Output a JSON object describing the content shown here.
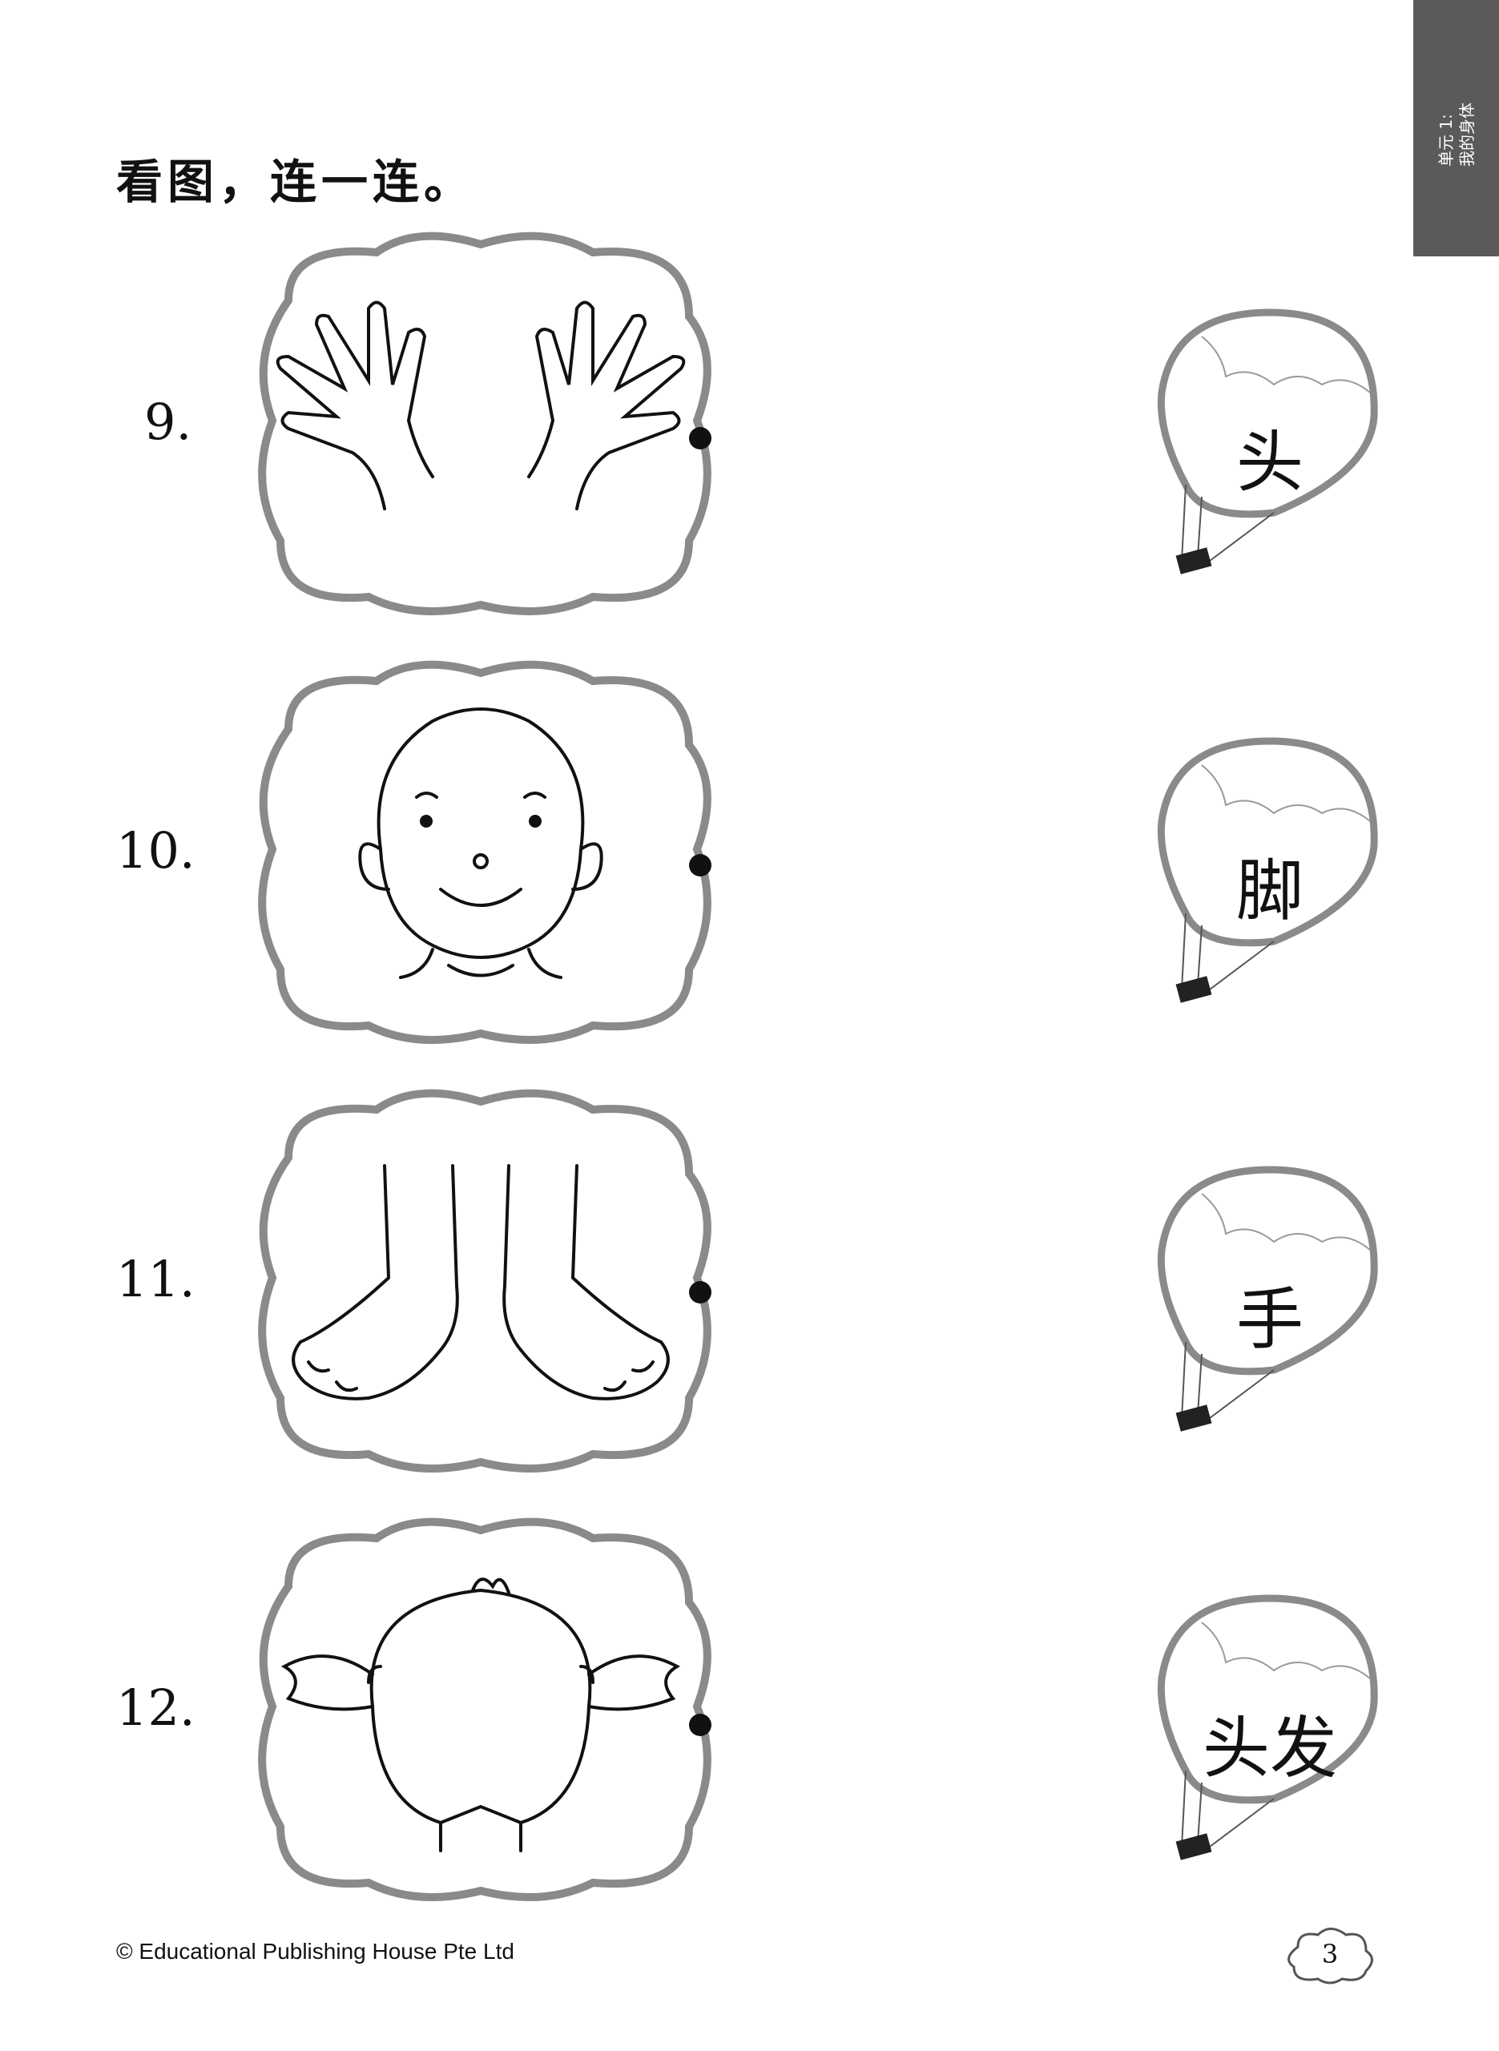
{
  "side_tab": {
    "line1": "单元 1:",
    "line2": "我的身体"
  },
  "instruction": "看图，连一连。",
  "items": [
    {
      "number": "9.",
      "picture": "hands"
    },
    {
      "number": "10.",
      "picture": "face"
    },
    {
      "number": "11.",
      "picture": "feet"
    },
    {
      "number": "12.",
      "picture": "hair"
    }
  ],
  "balloon_words": [
    "头",
    "脚",
    "手",
    "头发"
  ],
  "footer": {
    "copyright": "© Educational Publishing House Pte Ltd",
    "page_number": "3"
  }
}
